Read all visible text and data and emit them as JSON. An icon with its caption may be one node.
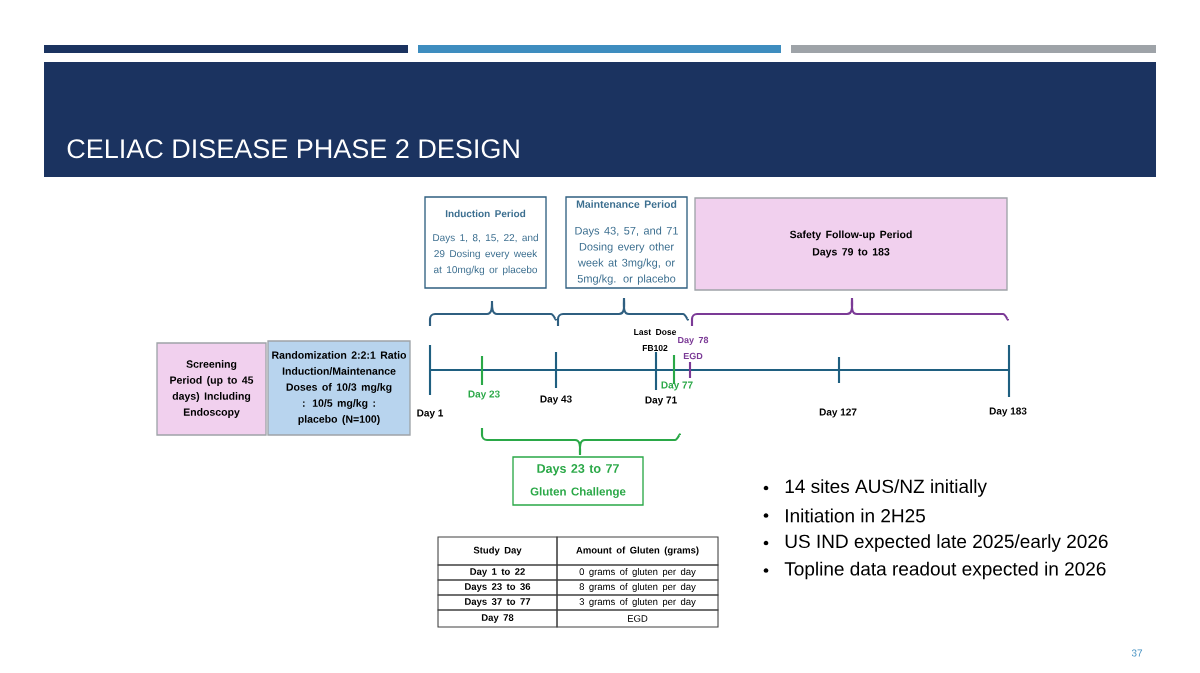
{
  "diagram": {
    "title": "CELIAC DISEASE PHASE 2 DESIGN",
    "nodes": [
      {
        "text": [
          "Induction Period",
          "Days 1, 8, 15, 22, and 29 Dosing every week at 10mg/kg or placebo"
        ]
      },
      {
        "text": [
          "Maintenance Period",
          "Days 43, 57, and 71 Dosing every other week at 3mg/kg, or 5mg/kg. or placebo"
        ]
      },
      {
        "text": [
          "Safety Follow-up Period",
          "Days 79 to 183"
        ]
      },
      {
        "text": [
          "Screening Period (up to 45 days) Including Endoscopy"
        ]
      },
      {
        "text": [
          "Randomization 2:2:1 Ratio Induction/Maintenance Doses of 10/3 mg/kg : 10/5 mg/kg : placebo (N=100)"
        ]
      },
      {
        "text": [
          "Days 23 to 77",
          "Gluten Challenge"
        ]
      }
    ],
    "labels": [
      "Last Dose FB102",
      "Day 78 EGD",
      "Day 23",
      "Day 77",
      "Day 43",
      "Day 71",
      "Day 1",
      "Day 127",
      "Day 183",
      "Study Day",
      "Amount of Gluten (grams)",
      "Day 1 to 22",
      "0 grams of gluten per day",
      "Days 23 to 36",
      "8 grams of gluten per day",
      "Days 37 to 77",
      "3 grams of gluten per day",
      "Day 78",
      "EGD",
      "14 sites AUS/NZ initially",
      "Initiation in 2H25",
      "US IND expected late 2025/early 2026",
      "Topline data readout expected in 2026",
      "37"
    ]
  }
}
